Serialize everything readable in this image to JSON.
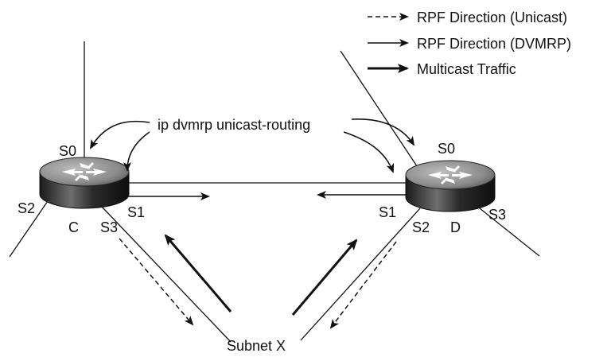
{
  "legend": {
    "unicast_label": "RPF Direction (Unicast)",
    "dvmrp_label": "RPF Direction (DVMRP)",
    "multicast_label": "Multicast Traffic"
  },
  "command_label": "ip dvmrp unicast-routing",
  "router_c": {
    "name": "C",
    "interfaces": {
      "s0": "S0",
      "s1": "S1",
      "s2": "S2",
      "s3": "S3"
    }
  },
  "router_d": {
    "name": "D",
    "interfaces": {
      "s0": "S0",
      "s1": "S1",
      "s2": "S2",
      "s3": "S3"
    }
  },
  "subnet_label": "Subnet X",
  "colors": {
    "line": "#111111",
    "router_top": "#9a9a9a",
    "router_body": "#2a2a2a",
    "router_highlight": "#d9d9d9"
  }
}
